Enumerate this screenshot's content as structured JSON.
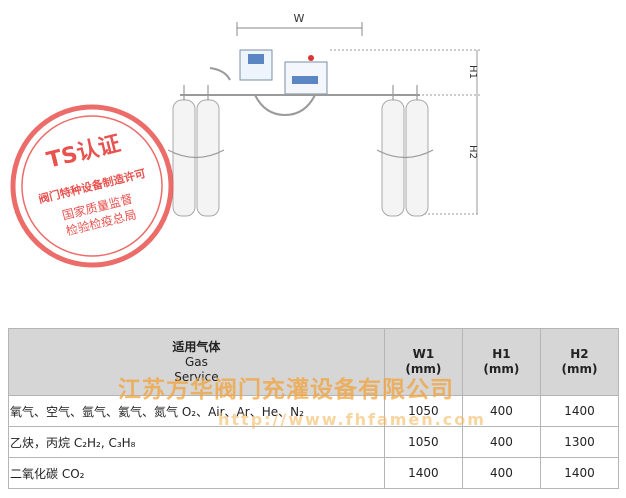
{
  "diagram": {
    "width_label": "W",
    "h1_label": "H1",
    "h2_label": "H2"
  },
  "seal": {
    "ts": "TS认证",
    "line1": "阀门特种设备制造许可",
    "line2": "国家质量监督",
    "line3": "检验检疫总局",
    "color": "#e8524f"
  },
  "table": {
    "headers": {
      "gas_cn": "适用气体",
      "gas_en1": "Gas",
      "gas_en2": "Service",
      "w1": "W1",
      "w1_unit": "(mm)",
      "h1": "H1",
      "h1_unit": "(mm)",
      "h2": "H2",
      "h2_unit": "(mm)"
    },
    "rows": [
      {
        "gas": "氧气、空气、氩气、氦气、氮气 O₂、Air、Ar、He、N₂",
        "w1": "1050",
        "h1": "400",
        "h2": "1400"
      },
      {
        "gas": "乙炔，丙烷 C₂H₂, C₃H₈",
        "w1": "1050",
        "h1": "400",
        "h2": "1300"
      },
      {
        "gas": "二氧化碳 CO₂",
        "w1": "1400",
        "h1": "400",
        "h2": "1400"
      }
    ]
  },
  "watermark": {
    "company": "江苏方华阀门充灌设备有限公司",
    "url": "http://www.fhfamen.com",
    "color": "#f2a33a"
  }
}
